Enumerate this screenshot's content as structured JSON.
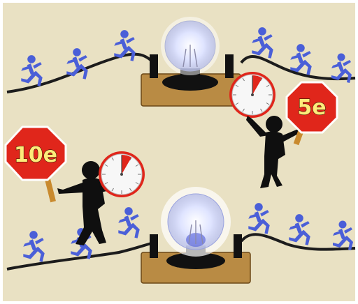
{
  "signs": {
    "right": {
      "label": "5e",
      "color": "#e0261b"
    },
    "left": {
      "label": "10e",
      "color": "#e0261b"
    }
  },
  "dials": {
    "top": {
      "red_fraction": 0.083
    },
    "bottom": {
      "red_fraction": 0.083
    }
  },
  "colors": {
    "background": "#e9e1c3",
    "runner": "#4a5fd8",
    "wire": "#1c1c1c",
    "base_wood": "#b98b44",
    "silhouette": "#0f0f0f"
  }
}
